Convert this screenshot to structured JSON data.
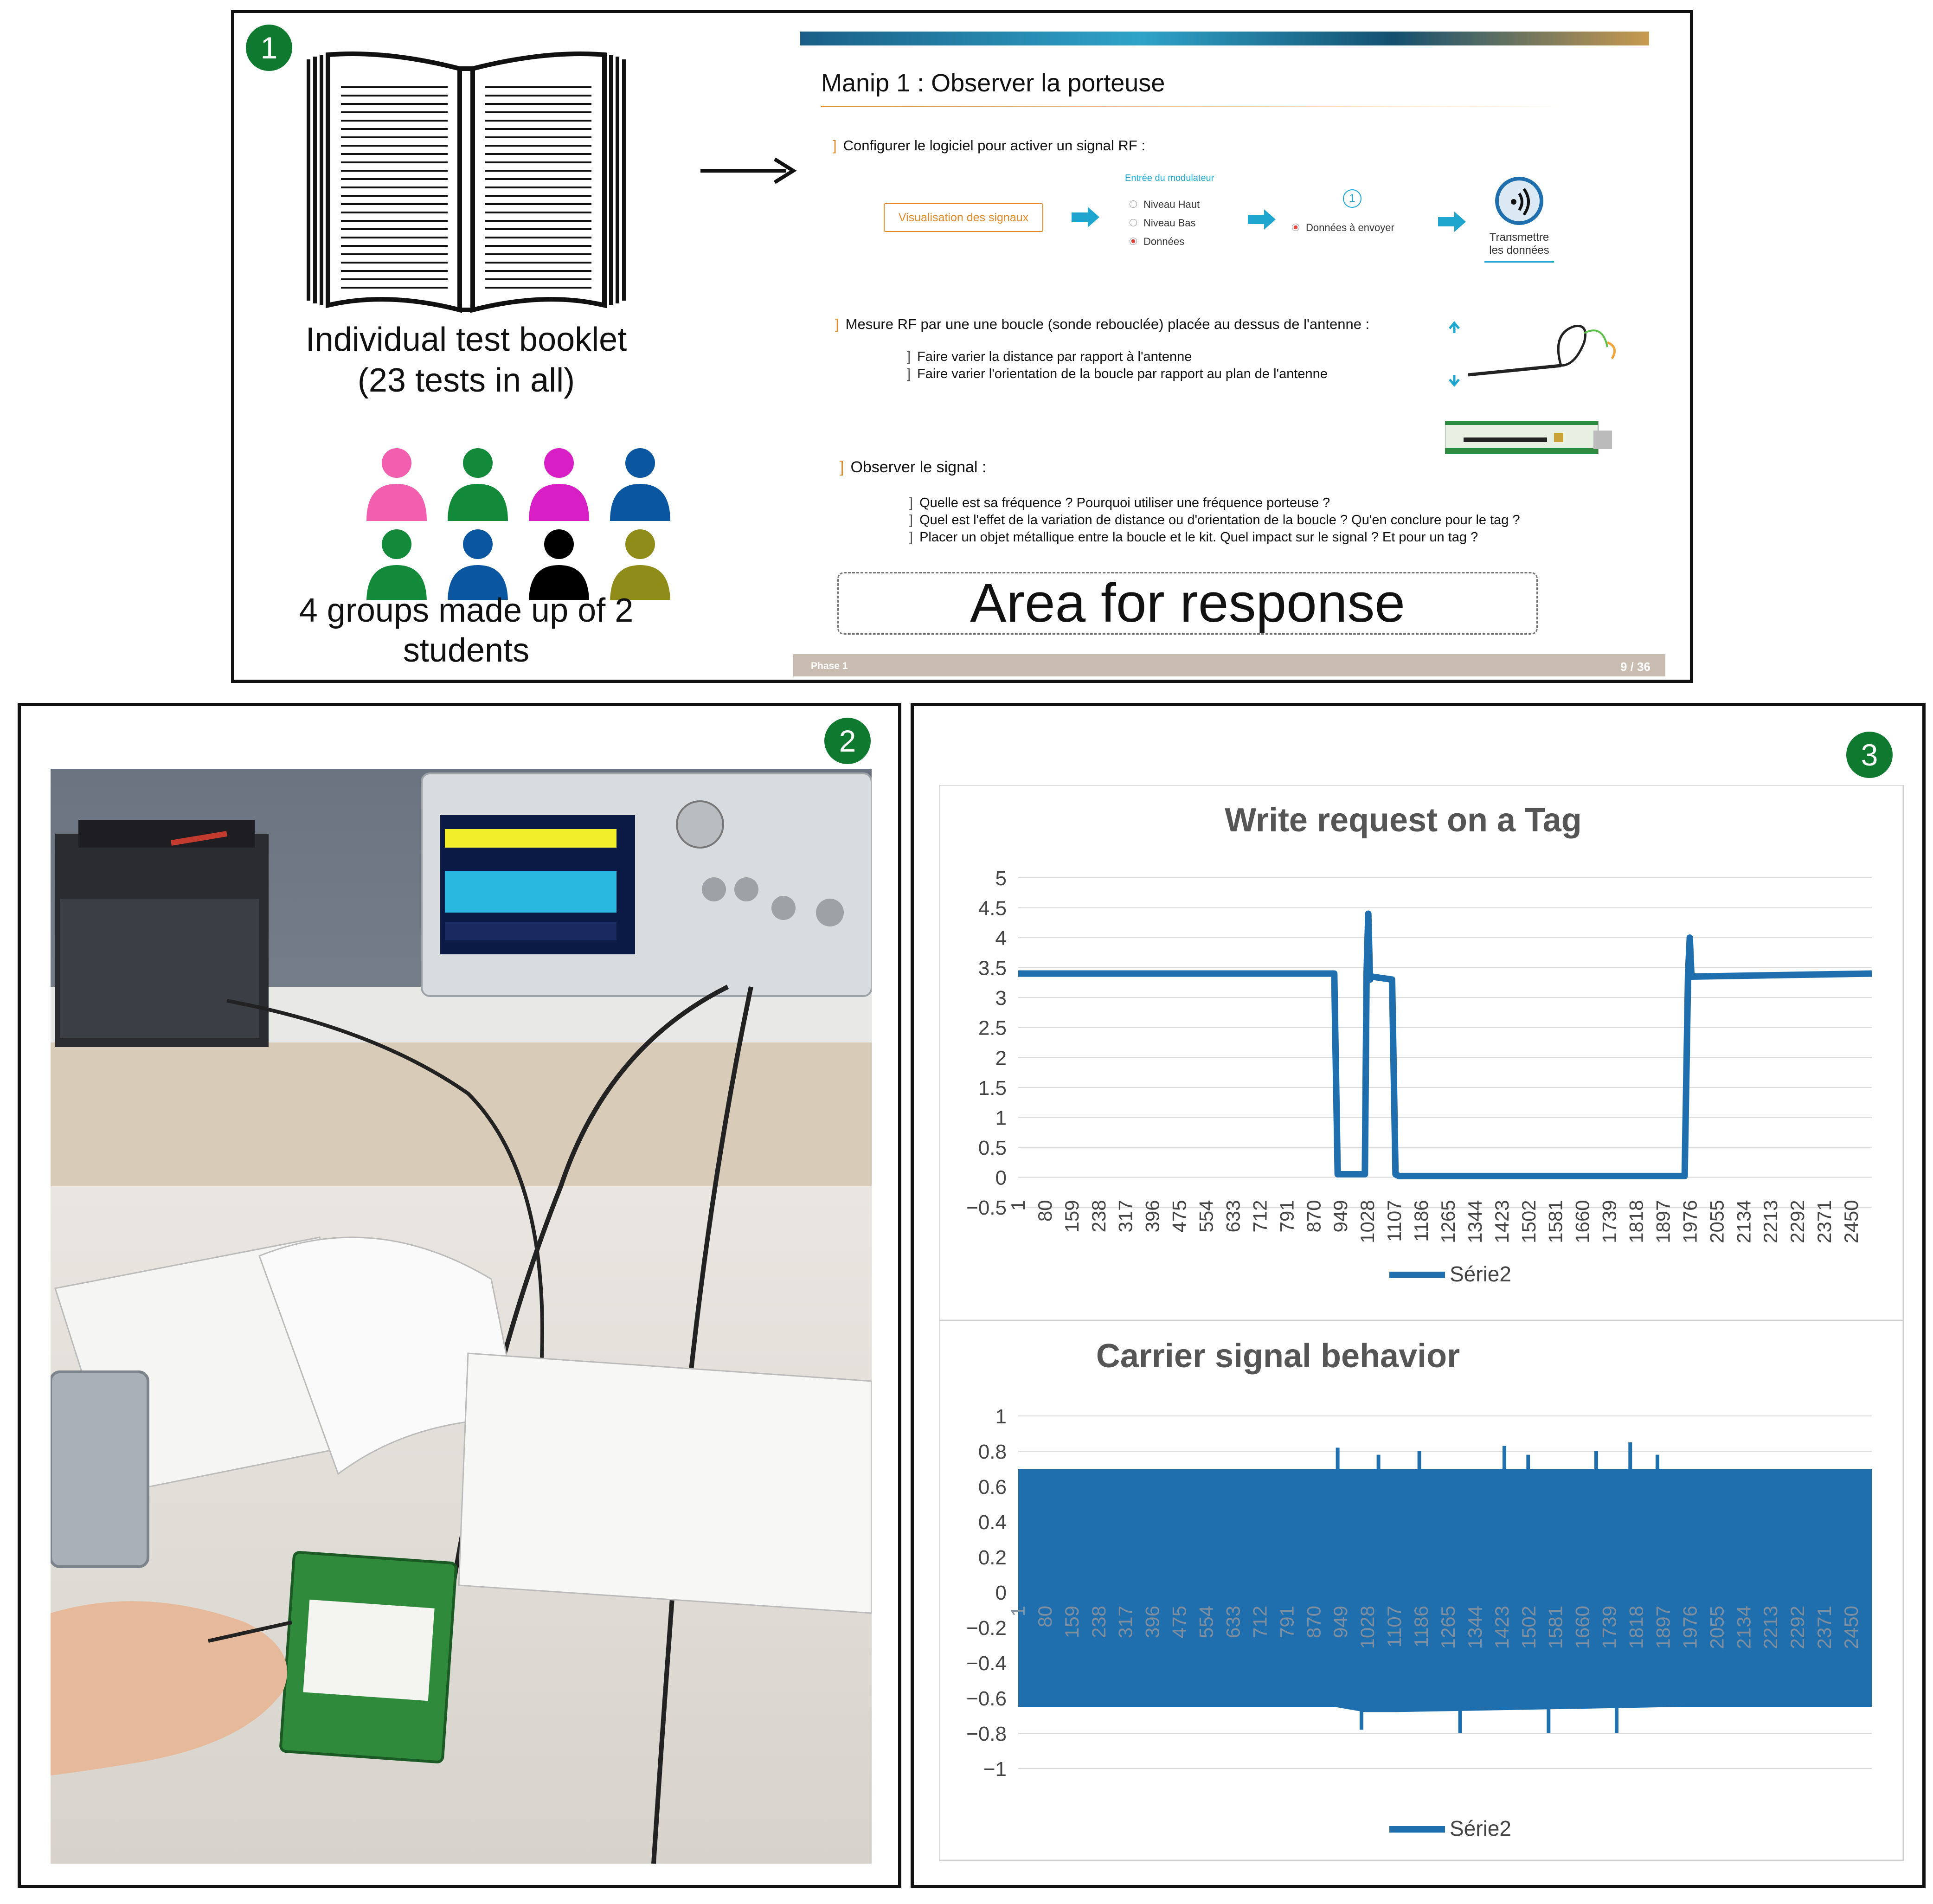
{
  "panel1": {
    "badge": "1",
    "booklet_caption_1": "Individual test booklet",
    "booklet_caption_2": "(23 tests in all)",
    "groups_caption_1": "4 groups made up of 2",
    "groups_caption_2": "students",
    "person_colors": [
      "#f25fae",
      "#138a3a",
      "#d81fc6",
      "#0a56a0",
      "#138a3a",
      "#0a56a0",
      "#000000",
      "#8f8c19"
    ],
    "slide": {
      "title": "Manip 1 : Observer la porteuse",
      "section1": "Configurer le logiciel pour activer un signal RF :",
      "button_label": "Visualisation des signaux",
      "modulator_heading": "Entrée du modulateur",
      "radio_options": [
        "Niveau Haut",
        "Niveau Bas",
        "Données"
      ],
      "step_number": "1",
      "data_option": "Données à envoyer",
      "transmit_label_1": "Transmettre",
      "transmit_label_2": "les données",
      "section2": "Mesure RF par une une boucle (sonde rebouclée) placée au dessus de l'antenne :",
      "section2_items": [
        "Faire varier la distance par rapport à l'antenne",
        "Faire varier l'orientation de la boucle par rapport au plan de l'antenne"
      ],
      "section3": "Observer le signal :",
      "section3_items": [
        "Quelle est sa fréquence ? Pourquoi utiliser une fréquence porteuse ?",
        "Quel est l'effet de la variation de distance ou d'orientation de la boucle ? Qu'en conclure pour le tag ?",
        "Placer un objet métallique entre la boucle et le kit. Quel impact sur le signal ?  Et pour un tag ?"
      ],
      "response_area": "Area for response",
      "footer_left": "Phase 1",
      "footer_right": "9 / 36"
    }
  },
  "panel2": {
    "badge": "2"
  },
  "panel3": {
    "badge": "3"
  },
  "colors": {
    "badge_green": "#0f7a2f",
    "series_blue": "#1f6fae",
    "accent_orange": "#e08a2c"
  },
  "chart_data": [
    {
      "type": "line",
      "title": "Write request on a Tag",
      "x_tick_labels": [
        "1",
        "80",
        "159",
        "238",
        "317",
        "396",
        "475",
        "554",
        "633",
        "712",
        "791",
        "870",
        "949",
        "1028",
        "1107",
        "1186",
        "1265",
        "1344",
        "1423",
        "1502",
        "1581",
        "1660",
        "1739",
        "1818",
        "1897",
        "1976",
        "2055",
        "2134",
        "2213",
        "2292",
        "2371",
        "2450"
      ],
      "y_ticks": [
        -0.5,
        0,
        0.5,
        1,
        1.5,
        2,
        2.5,
        3,
        3.5,
        4,
        4.5,
        5
      ],
      "ylim": [
        -0.5,
        5
      ],
      "xlim": [
        1,
        2510
      ],
      "grid": true,
      "legend_position": "bottom",
      "series": [
        {
          "name": "Série2",
          "x": [
            1,
            930,
            940,
            1020,
            1025,
            1030,
            1035,
            1040,
            1100,
            1110,
            1120,
            1960,
            1970,
            1975,
            1980,
            2510
          ],
          "values": [
            3.4,
            3.4,
            0.05,
            0.05,
            3.4,
            4.4,
            3.3,
            3.35,
            3.3,
            0.05,
            0.02,
            0.02,
            3.4,
            4.0,
            3.35,
            3.4
          ]
        }
      ]
    },
    {
      "type": "area",
      "title": "Carrier signal behavior",
      "x_tick_labels": [
        "1",
        "80",
        "159",
        "238",
        "317",
        "396",
        "475",
        "554",
        "633",
        "712",
        "791",
        "870",
        "949",
        "1028",
        "1107",
        "1186",
        "1265",
        "1344",
        "1423",
        "1502",
        "1581",
        "1660",
        "1739",
        "1818",
        "1897",
        "1976",
        "2055",
        "2134",
        "2213",
        "2292",
        "2371",
        "2450"
      ],
      "y_ticks": [
        -1,
        -0.8,
        -0.6,
        -0.4,
        -0.2,
        0,
        0.2,
        0.4,
        0.6,
        0.8,
        1
      ],
      "ylim": [
        -1,
        1
      ],
      "xlim": [
        1,
        2510
      ],
      "grid": true,
      "legend_position": "bottom",
      "series": [
        {
          "name": "Série2",
          "envelope_x": [
            1,
            930,
            1020,
            1110,
            1960,
            2510
          ],
          "envelope_upper": [
            0.7,
            0.7,
            0.7,
            0.7,
            0.7,
            0.7
          ],
          "envelope_lower": [
            -0.65,
            -0.65,
            -0.68,
            -0.68,
            -0.65,
            -0.65
          ]
        }
      ]
    }
  ]
}
